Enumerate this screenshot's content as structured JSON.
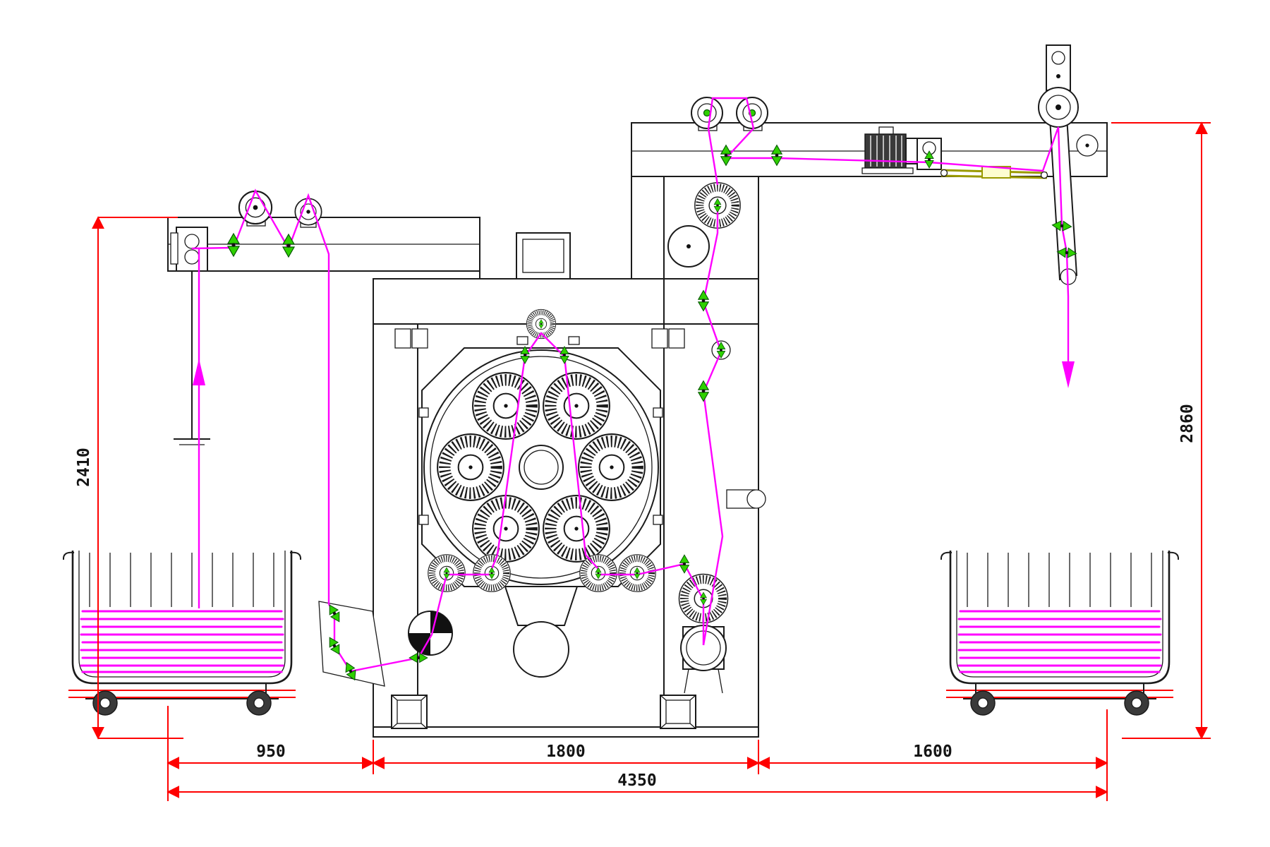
{
  "diagram": {
    "type": "engineering-drawing",
    "dimensions": {
      "left_height": "2410",
      "right_height": "2860",
      "span_left": "950",
      "span_center": "1800",
      "span_right": "1600",
      "span_total": "4350"
    },
    "colors": {
      "line": "#1b1b1b",
      "dimension": "#ff0000",
      "thread": "#ff00ff",
      "guide": "#2fd000",
      "arm": "#9a9a00",
      "background": "#ffffff"
    },
    "thread_direction_arrows": {
      "left": "up",
      "right": "down"
    }
  }
}
